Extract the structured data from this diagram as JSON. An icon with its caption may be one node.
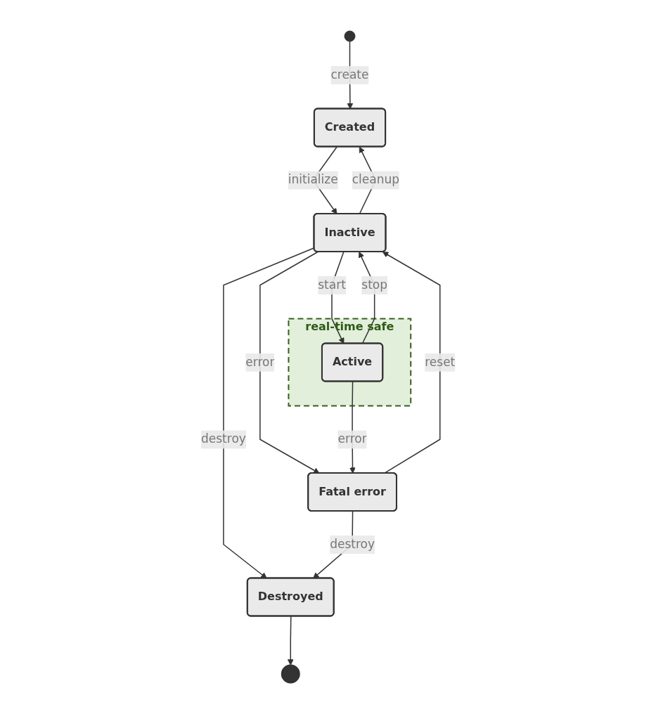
{
  "diagram": {
    "nodes": [
      {
        "text": [],
        "shape": "circle"
      },
      {
        "text": [
          "Created"
        ]
      },
      {
        "text": [
          "Inactive"
        ]
      },
      {
        "text": [
          "real-time safe"
        ]
      },
      {
        "text": [
          "Active"
        ],
        "in": 3
      },
      {
        "text": [
          "Destroyed"
        ]
      },
      {
        "text": [
          "Fatal error"
        ]
      },
      {
        "text": [],
        "shape": "circle"
      }
    ],
    "edges": [
      {
        "from": 0,
        "to": 1,
        "arrow": "to",
        "label": "create"
      },
      {
        "from": 1,
        "to": 2,
        "arrow": "to",
        "label": "initialize"
      },
      {
        "from": 2,
        "to": 1,
        "arrow": "to",
        "label": "cleanup"
      },
      {
        "from": 2,
        "to": 4,
        "arrow": "to",
        "label": "start"
      },
      {
        "from": 4,
        "to": 2,
        "arrow": "to",
        "label": "stop"
      },
      {
        "from": 2,
        "to": 6,
        "arrow": "to",
        "label": "error"
      },
      {
        "from": 4,
        "to": 6,
        "arrow": "to",
        "label": "error"
      },
      {
        "from": 2,
        "to": 5,
        "arrow": "to",
        "label": "destroy"
      },
      {
        "from": 6,
        "to": 5,
        "arrow": "to",
        "label": "destroy"
      },
      {
        "from": 5,
        "to": 7,
        "arrow": "to"
      },
      {
        "from": 6,
        "to": 2,
        "arrow": "to",
        "label": "reset"
      }
    ]
  }
}
